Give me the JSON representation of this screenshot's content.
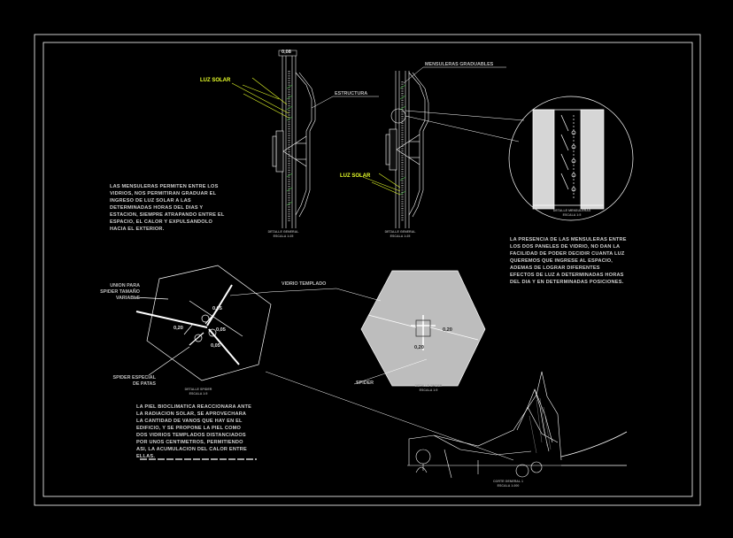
{
  "colors": {
    "background": "#000000",
    "lines": "#ffffff",
    "text": "#cfcfcf",
    "solar_label": "#e8ff2a",
    "glass_fill": "#bdbdbd"
  },
  "labels": {
    "dim_top": "0,08",
    "luz_solar_1": "LUZ SOLAR",
    "luz_solar_2": "LUZ SOLAR",
    "estructura": "ESTRUCTURA",
    "mensulas": "MENSULERAS GRADUABLES",
    "vidrio_templado": "VIDRIO TEMPLADO",
    "union": "UNION PARA\nSPIDER TAMAÑO\nVARIABLE",
    "spider_especial": "SPIDER ESPECIAL\nDE PATAS",
    "spider": "SPIDER",
    "dim_020": "0,20",
    "dim_005a": "0,05",
    "dim_005b": "0,05",
    "dim_005c": "0,05",
    "dim_020b": "0,20",
    "dim_020c": "0,20"
  },
  "captions": {
    "cap_section_a": "DETALLE GENERAL\nESCALA 1:25",
    "cap_section_b": "DETALLE GENERAL\nESCALA 1:25",
    "cap_circle": "DETALLE MENSULERAS\nESCALA 1:5",
    "cap_hex_left": "DETALLE SPIDER\nESCALA 1:5",
    "cap_hex_right": "DETALLE SPIDER\nESCALA 1:5",
    "cap_building": "CORTE GENERAL 1\nESCALA 1:200"
  },
  "notes": {
    "note_1": "LAS MENSULERAS PERMITEN ENTRE LOS\nVIDRIOS, NOS PERMITIRAN GRADUAR EL\nINGRESO DE LUZ SOLAR A LAS\nDETERMINADAS HORAS DEL DIAS Y\nESTACION, SIEMPRE ATRAPANDO ENTRE EL\nESPACIO, EL CALOR Y EXPULSANDOLO\nHACIA EL EXTERIOR.",
    "note_2": "LA PRESENCIA DE LAS MENSULERAS ENTRE\nLOS DOS PANELES DE VIDRIO, NO DAN LA\nFACILIDAD DE PODER DECIDIR CUANTA LUZ\nQUEREMOS QUE INGRESE AL ESPACIO,\nADEMAS DE LOGRAR DIFERENTES\nEFECTOS DE LUZ A DETERMINADAS HORAS\nDEL DIA Y EN DETERMINADAS POSICIONES.",
    "note_3": "LA PIEL BIOCLIMATICA REACCIONARA ANTE\nLA RADIACION SOLAR, SE APROVECHARA\nLA CANTIDAD DE VANOS QUE HAY EN EL\nEDIFICIO, Y SE PROPONE LA PIEL COMO\nDOS VIDRIOS TEMPLADOS DISTANCIADOS\nPOR UNOS CENTIMETROS, PERMITIENDO\nASI, LA ACUMULACION DEL CALOR ENTRE\nELLAS."
  }
}
